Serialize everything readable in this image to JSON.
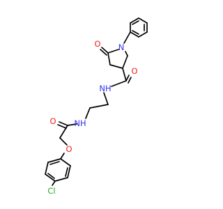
{
  "atoms": {
    "n_ring": {
      "label": "N",
      "color": "#3333ee"
    },
    "o_ketone": {
      "label": "O",
      "color": "#ee2222"
    },
    "o_amide1": {
      "label": "O",
      "color": "#ee2222"
    },
    "nh_amide1": {
      "label": "NH",
      "color": "#3333ee"
    },
    "nh_amide2": {
      "label": "NH",
      "color": "#3333ee"
    },
    "o_amide2": {
      "label": "O",
      "color": "#ee2222"
    },
    "o_ether": {
      "label": "O",
      "color": "#ee2222"
    },
    "cl": {
      "label": "Cl",
      "color": "#22aa22"
    }
  }
}
